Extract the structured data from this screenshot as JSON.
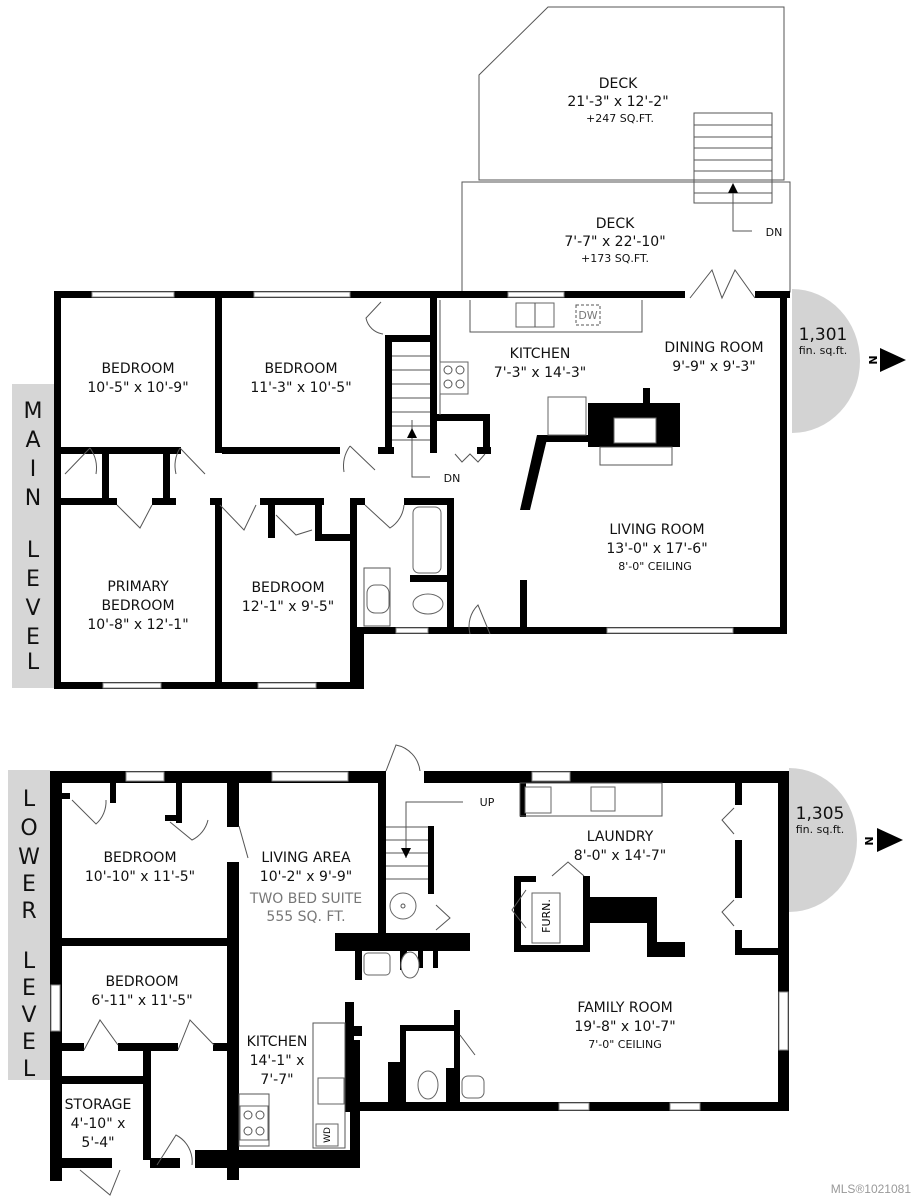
{
  "main_level": {
    "label_letters": [
      "M",
      "A",
      "I",
      "N",
      "",
      "L",
      "E",
      "V",
      "E",
      "L"
    ],
    "sqft_value": "1,301",
    "sqft_unit": "fin. sq.ft.",
    "north_label": "N",
    "rooms": [
      {
        "name": "DECK",
        "dims": "21'-3\" x 12'-2\"",
        "note": "+247 SQ.FT."
      },
      {
        "name": "DECK",
        "dims": "7'-7\" x 22'-10\"",
        "note": "+173 SQ.FT."
      },
      {
        "name": "BEDROOM",
        "dims": "10'-5\" x 10'-9\""
      },
      {
        "name": "BEDROOM",
        "dims": "11'-3\" x 10'-5\""
      },
      {
        "name": "KITCHEN",
        "dims": "7'-3\" x 14'-3\""
      },
      {
        "name": "DINING ROOM",
        "dims": "9'-9\" x 9'-3\""
      },
      {
        "name_line1": "PRIMARY",
        "name_line2": "BEDROOM",
        "dims": "10'-8\" x 12'-1\""
      },
      {
        "name": "BEDROOM",
        "dims": "12'-1\" x 9'-5\""
      },
      {
        "name": "LIVING ROOM",
        "dims": "13'-0\" x 17'-6\"",
        "note": "8'-0\" CEILING"
      }
    ],
    "fixtures": {
      "dishwasher": "DW",
      "stairs_down_1": "DN",
      "stairs_down_2": "DN"
    }
  },
  "lower_level": {
    "label_letters": [
      "L",
      "O",
      "W",
      "E",
      "R",
      "",
      "L",
      "E",
      "V",
      "E",
      "L"
    ],
    "sqft_value": "1,305",
    "sqft_unit": "fin. sq.ft.",
    "north_label": "N",
    "rooms": [
      {
        "name": "BEDROOM",
        "dims": "10'-10\" x 11'-5\""
      },
      {
        "name": "LIVING AREA",
        "dims": "10'-2\" x 9'-9\"",
        "note1": "TWO BED SUITE",
        "note2": "555 SQ. FT."
      },
      {
        "name": "LAUNDRY",
        "dims": "8'-0\" x 14'-7\""
      },
      {
        "name": "BEDROOM",
        "dims": "6'-11\" x 11'-5\""
      },
      {
        "name": "KITCHEN",
        "dims_line1": "14'-1\" x",
        "dims_line2": "7'-7\""
      },
      {
        "name": "STORAGE",
        "dims_line1": "4'-10\" x",
        "dims_line2": "5'-4\""
      },
      {
        "name": "FAMILY ROOM",
        "dims": "19'-8\" x 10'-7\"",
        "note": "7'-0\" CEILING"
      }
    ],
    "fixtures": {
      "stairs_up": "UP",
      "furnace": "FURN.",
      "washer_dryer": "WD"
    }
  },
  "watermark": "MLS®1021081",
  "colors": {
    "wall": "#000000",
    "label_strip": "#d6d6d6",
    "sqft_badge": "#d3d3d3"
  }
}
